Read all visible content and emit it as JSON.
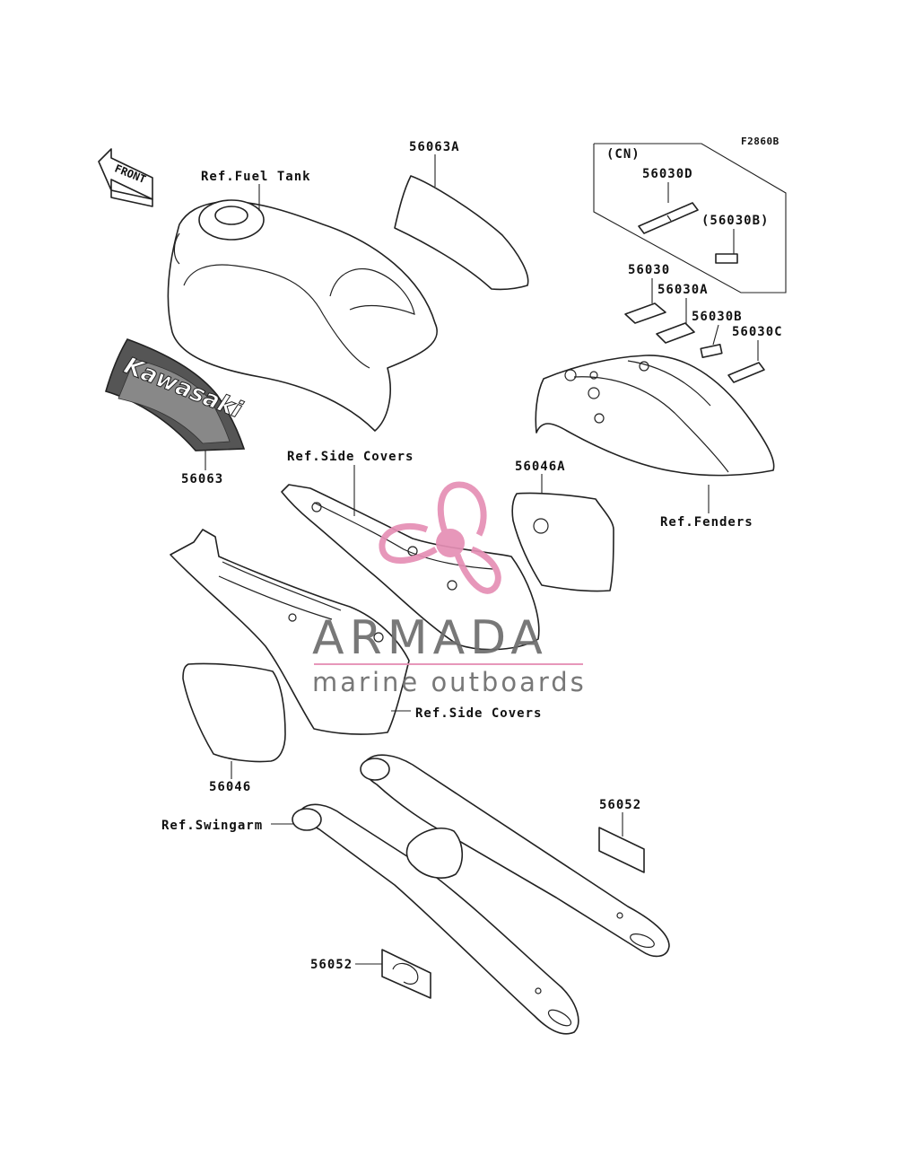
{
  "figure_code": "F2860B",
  "front_label": "FRONT",
  "callouts": {
    "fuel_tank": "Ref.Fuel Tank",
    "p56063A": "56063A",
    "p56063": "56063",
    "cn_group": "(CN)",
    "p56030D": "56030D",
    "p56030B_paren": "(56030B)",
    "p56030": "56030",
    "p56030A": "56030A",
    "p56030B": "56030B",
    "p56030C": "56030C",
    "fenders": "Ref.Fenders",
    "side_covers_upper": "Ref.Side Covers",
    "p56046A": "56046A",
    "side_covers_lower": "Ref.Side Covers",
    "p56046": "56046",
    "swingarm": "Ref.Swingarm",
    "p56052_right": "56052",
    "p56052_lower": "56052"
  },
  "decal_text": "Kawasaki",
  "watermark": {
    "title": "ARMADA",
    "subtitle": "marine outboards",
    "colors": {
      "pink": "#e58fb5",
      "gray": "#6d6d6d"
    }
  }
}
